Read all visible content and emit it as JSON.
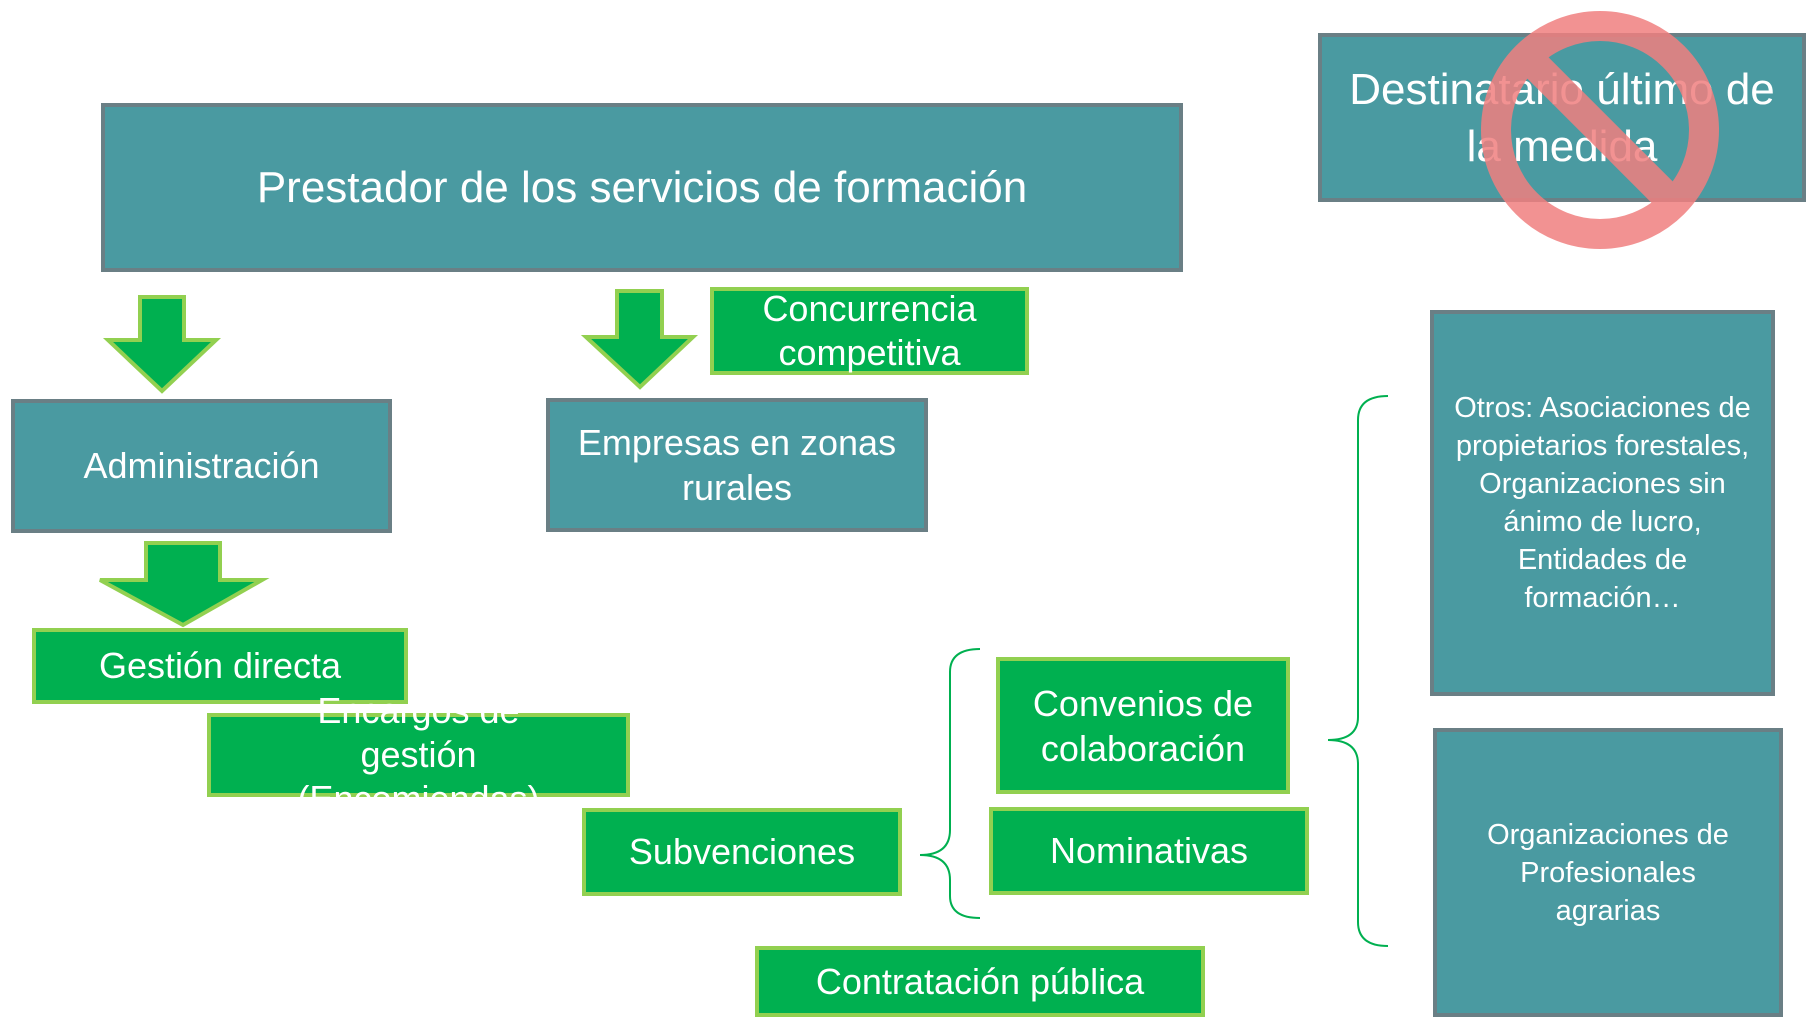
{
  "boxes": {
    "prestador": "Prestador de los servicios de formación",
    "destinatario": "Destinatario último de la medida",
    "administracion": "Administración",
    "empresas": "Empresas en zonas rurales",
    "concurrencia": "Concurrencia competitiva",
    "gestion_directa": "Gestión directa",
    "encargos": "Encargos de gestión (Encomiendas)",
    "subvenciones": "Subvenciones",
    "convenios": "Convenios de colaboración",
    "nominativas": "Nominativas",
    "contratacion": "Contratación pública",
    "otros": "Otros: Asociaciones de propietarios forestales, Organizaciones sin ánimo de lucro, Entidades de formación…",
    "organizaciones": "Organizaciones de Profesionales agrarias"
  },
  "icons": [
    "down-arrow-icon",
    "prohibited-icon",
    "curly-brace-icon"
  ],
  "colors": {
    "teal_fill": "#4a9aa1",
    "teal_border": "#6a7f85",
    "green_fill": "#00b050",
    "green_border": "#92d050",
    "prohibited": "#f08080"
  }
}
